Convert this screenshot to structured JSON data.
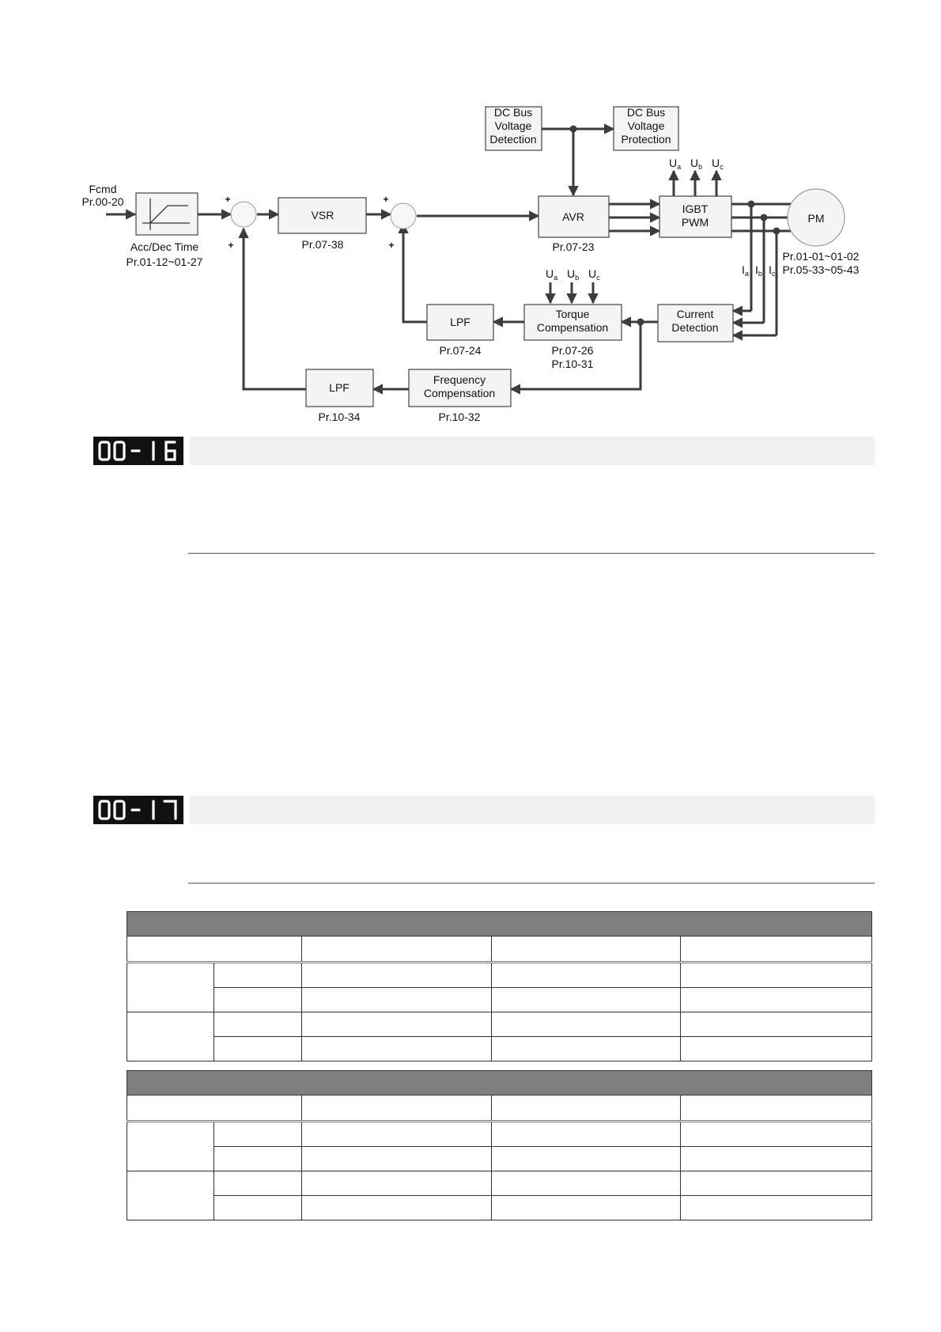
{
  "diagram": {
    "nodes": {
      "dcbus_detect": {
        "lines": [
          "DC Bus",
          "Voltage",
          "Detection"
        ]
      },
      "dcbus_protect": {
        "lines": [
          "DC Bus",
          "Voltage",
          "Protection"
        ]
      },
      "fcmd": {
        "label": "Fcmd",
        "param": "Pr.00-20"
      },
      "accdec": {
        "label": "Acc/Dec Time",
        "param": "Pr.01-12~01-27"
      },
      "vsr": {
        "label": "VSR",
        "param": "Pr.07-38"
      },
      "avr": {
        "label": "AVR",
        "param": "Pr.07-23"
      },
      "igbt": {
        "lines": [
          "IGBT",
          "PWM"
        ]
      },
      "pm": {
        "label": "PM",
        "params": [
          "Pr.01-01~01-02",
          "Pr.05-33~05-43"
        ]
      },
      "lpf1": {
        "label": "LPF",
        "param": "Pr.07-24"
      },
      "torque": {
        "lines": [
          "Torque",
          "Compensation"
        ],
        "params": [
          "Pr.07-26",
          "Pr.10-31"
        ]
      },
      "current": {
        "lines": [
          "Current",
          "Detection"
        ]
      },
      "lpf2": {
        "label": "LPF",
        "param": "Pr.10-34"
      },
      "freq": {
        "lines": [
          "Frequency",
          "Compensation"
        ],
        "param": "Pr.10-32"
      }
    },
    "voltage_letter": "U",
    "current_letter": "I",
    "phase_subs": [
      "a",
      "b",
      "c"
    ],
    "plus": "+"
  },
  "params": [
    {
      "code": "00-16"
    },
    {
      "code": "00-17"
    }
  ],
  "colors": {
    "line": "#3c3c3c",
    "table_header": "#7f7f7f",
    "param_bar": "#f0f0f0"
  }
}
